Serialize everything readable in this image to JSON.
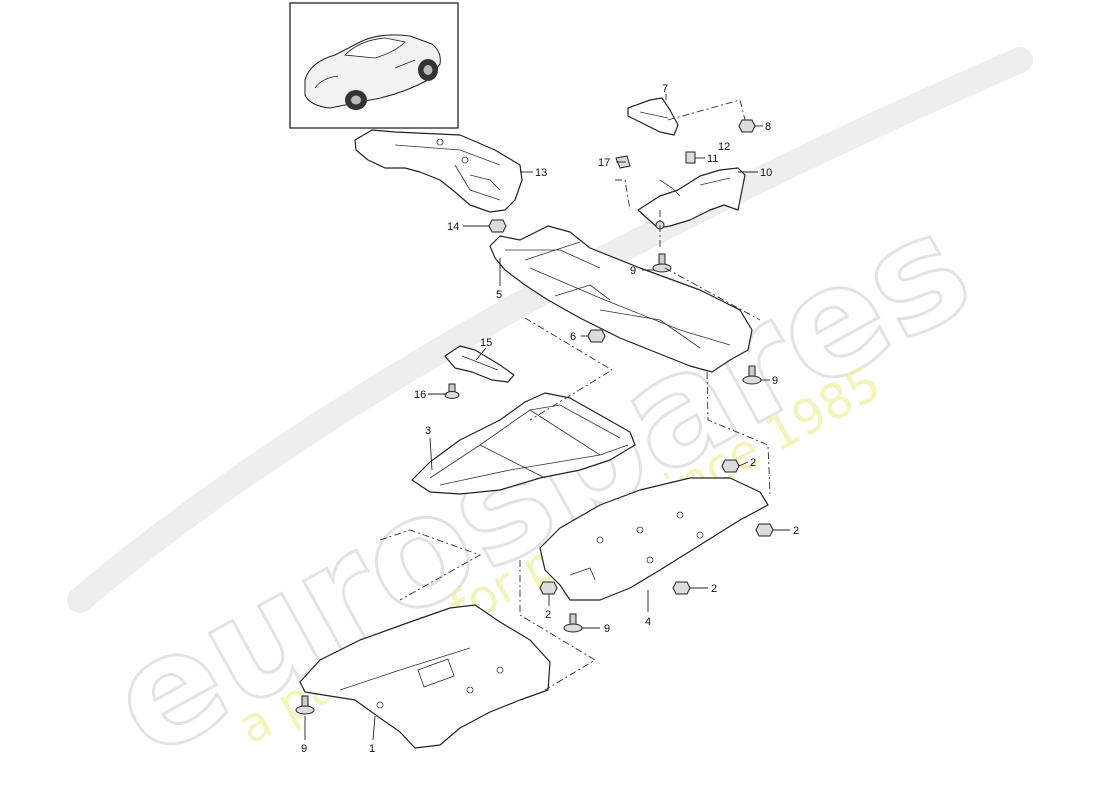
{
  "watermark": {
    "brand": "eurospares",
    "tagline": "a passion for parts since 1985"
  },
  "callouts": {
    "c1": "1",
    "c2a": "2",
    "c2b": "2",
    "c2c": "2",
    "c2d": "2",
    "c3": "3",
    "c4": "4",
    "c5": "5",
    "c6": "6",
    "c7": "7",
    "c8": "8",
    "c9a": "9",
    "c9b": "9",
    "c9c": "9",
    "c9d": "9",
    "c10": "10",
    "c11": "11",
    "c12": "12",
    "c13": "13",
    "c14": "14",
    "c15": "15",
    "c16": "16",
    "c17": "17"
  }
}
